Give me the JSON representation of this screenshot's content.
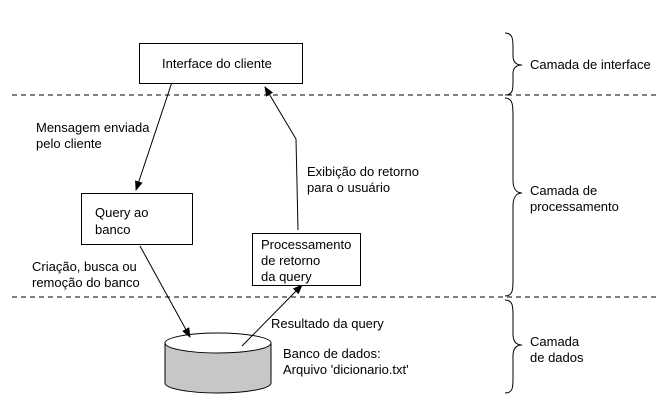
{
  "layers": {
    "interface": "Camada de interface",
    "processing": [
      "Camada de",
      "processamento"
    ],
    "data": [
      "Camada",
      "de dados"
    ]
  },
  "nodes": {
    "client_interface": "Interface do cliente",
    "query": [
      "Query ao",
      "banco"
    ],
    "processing": [
      "Processamento",
      "de retorno",
      "da query"
    ],
    "database": [
      "Banco de dados:",
      "Arquivo 'dicionario.txt'"
    ]
  },
  "edges": {
    "client_message": [
      "Mensagem enviada",
      "pelo cliente"
    ],
    "db_operations": [
      "Criação, busca ou",
      "remoção do banco"
    ],
    "query_result": "Resultado da query",
    "return_display": [
      "Exibição do retorno",
      "para o usuário"
    ]
  }
}
